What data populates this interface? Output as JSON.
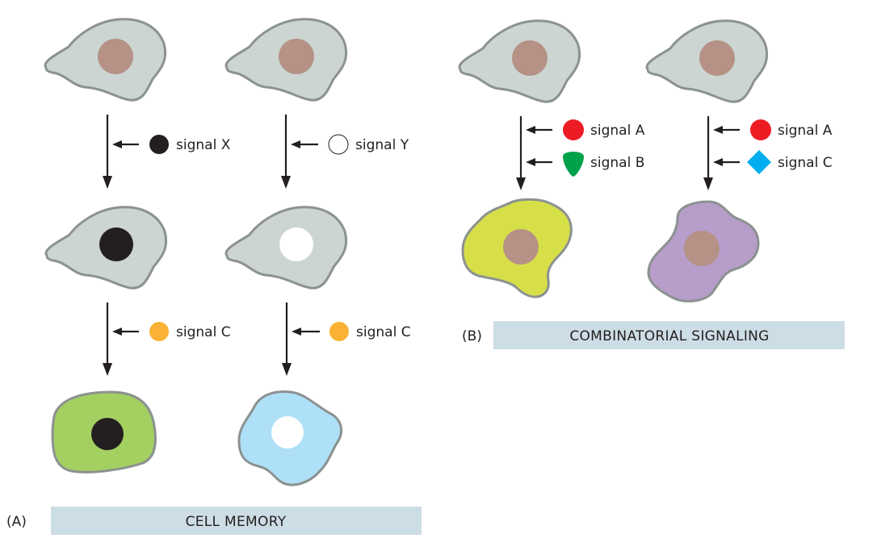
{
  "figure": {
    "panel_a": {
      "letter": "(A)",
      "title": "CELL MEMORY",
      "columns": [
        {
          "start_cell": {
            "cytoplasm_color": "#ccd5d1",
            "nucleus_color": "#b59186"
          },
          "first_signals": [
            {
              "label": "signal X",
              "shape": "circle",
              "color": "#231f20"
            }
          ],
          "middle_cell": {
            "cytoplasm_color": "#ccd5d1",
            "nucleus_color": "#231f20"
          },
          "second_signals": [
            {
              "label": "signal C",
              "shape": "circle",
              "color": "#f9b233"
            }
          ],
          "end_cell": {
            "cytoplasm_color": "#a4cf61",
            "nucleus_color": "#231f20"
          }
        },
        {
          "start_cell": {
            "cytoplasm_color": "#ccd5d1",
            "nucleus_color": "#b59186"
          },
          "first_signals": [
            {
              "label": "signal Y",
              "shape": "circle-outline",
              "color": "#ffffff"
            }
          ],
          "middle_cell": {
            "cytoplasm_color": "#ccd5d1",
            "nucleus_color": "#ffffff"
          },
          "second_signals": [
            {
              "label": "signal C",
              "shape": "circle",
              "color": "#f9b233"
            }
          ],
          "end_cell": {
            "cytoplasm_color": "#aee0f7",
            "nucleus_color": "#ffffff"
          }
        }
      ]
    },
    "panel_b": {
      "letter": "(B)",
      "title": "COMBINATORIAL SIGNALING",
      "columns": [
        {
          "start_cell": {
            "cytoplasm_color": "#ccd5d1",
            "nucleus_color": "#b59186"
          },
          "signals": [
            {
              "label": "signal A",
              "shape": "circle",
              "color": "#ed1c24"
            },
            {
              "label": "signal B",
              "shape": "drop",
              "color": "#00a14b"
            }
          ],
          "end_cell": {
            "cytoplasm_color": "#d7df48",
            "nucleus_color": "#b59186"
          }
        },
        {
          "start_cell": {
            "cytoplasm_color": "#ccd5d1",
            "nucleus_color": "#b59186"
          },
          "signals": [
            {
              "label": "signal A",
              "shape": "circle",
              "color": "#ed1c24"
            },
            {
              "label": "signal C",
              "shape": "diamond",
              "color": "#00aeef"
            }
          ],
          "end_cell": {
            "cytoplasm_color": "#b79dca",
            "nucleus_color": "#b59186"
          }
        }
      ]
    },
    "banner_color": "#cddde5"
  }
}
